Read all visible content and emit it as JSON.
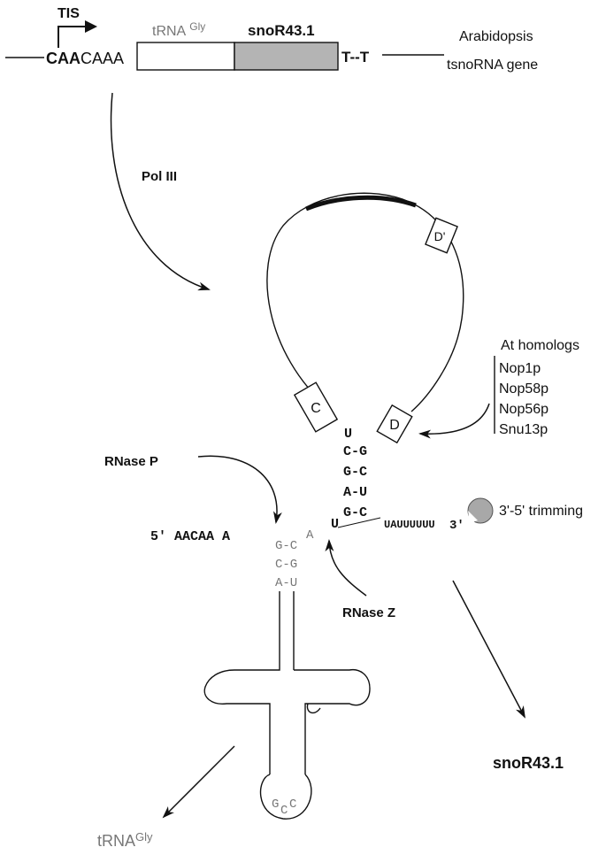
{
  "colors": {
    "ink": "#111111",
    "grey_text": "#777777",
    "box_fill_snorna": "#b4b4b4",
    "trimming_icon": "#a8a8a8"
  },
  "gene": {
    "tis_label": "TIS",
    "promoter_bold": "CAA",
    "promoter_plain": "CAAA",
    "trna_label": "tRNA",
    "trna_superscript": "Gly",
    "snorna_label": "snoR43.1",
    "terminator": "T--T",
    "organism": "Arabidopsis",
    "gene_type": "tsnoRNA gene"
  },
  "labels": {
    "pol3": "Pol III",
    "rnase_p": "RNase P",
    "rnase_z": "RNase Z",
    "trimming": "3'-5' trimming",
    "product_snorna": "snoR43.1",
    "product_trna": "tRNA",
    "product_trna_superscript": "Gly",
    "homologs_title": "At homologs",
    "homologs": [
      "Nop1p",
      "Nop58p",
      "Nop56p",
      "Snu13p"
    ]
  },
  "boxes": {
    "c": "C",
    "d": "D",
    "d_prime": "D'"
  },
  "sequence": {
    "five_prime_label": "5'",
    "five_prime_seq": "AACAA",
    "five_prime_a": "A",
    "extra_a": "A",
    "snorna_stem": [
      "U",
      "C-G",
      "G-C",
      "A-U",
      "G-C",
      "U"
    ],
    "trna_stem": [
      "G-C",
      "C-G",
      "A-U"
    ],
    "tail_seq": "UAUUUUUU",
    "tail_end": "3'",
    "anticodon": [
      "G",
      "C",
      "C"
    ]
  }
}
